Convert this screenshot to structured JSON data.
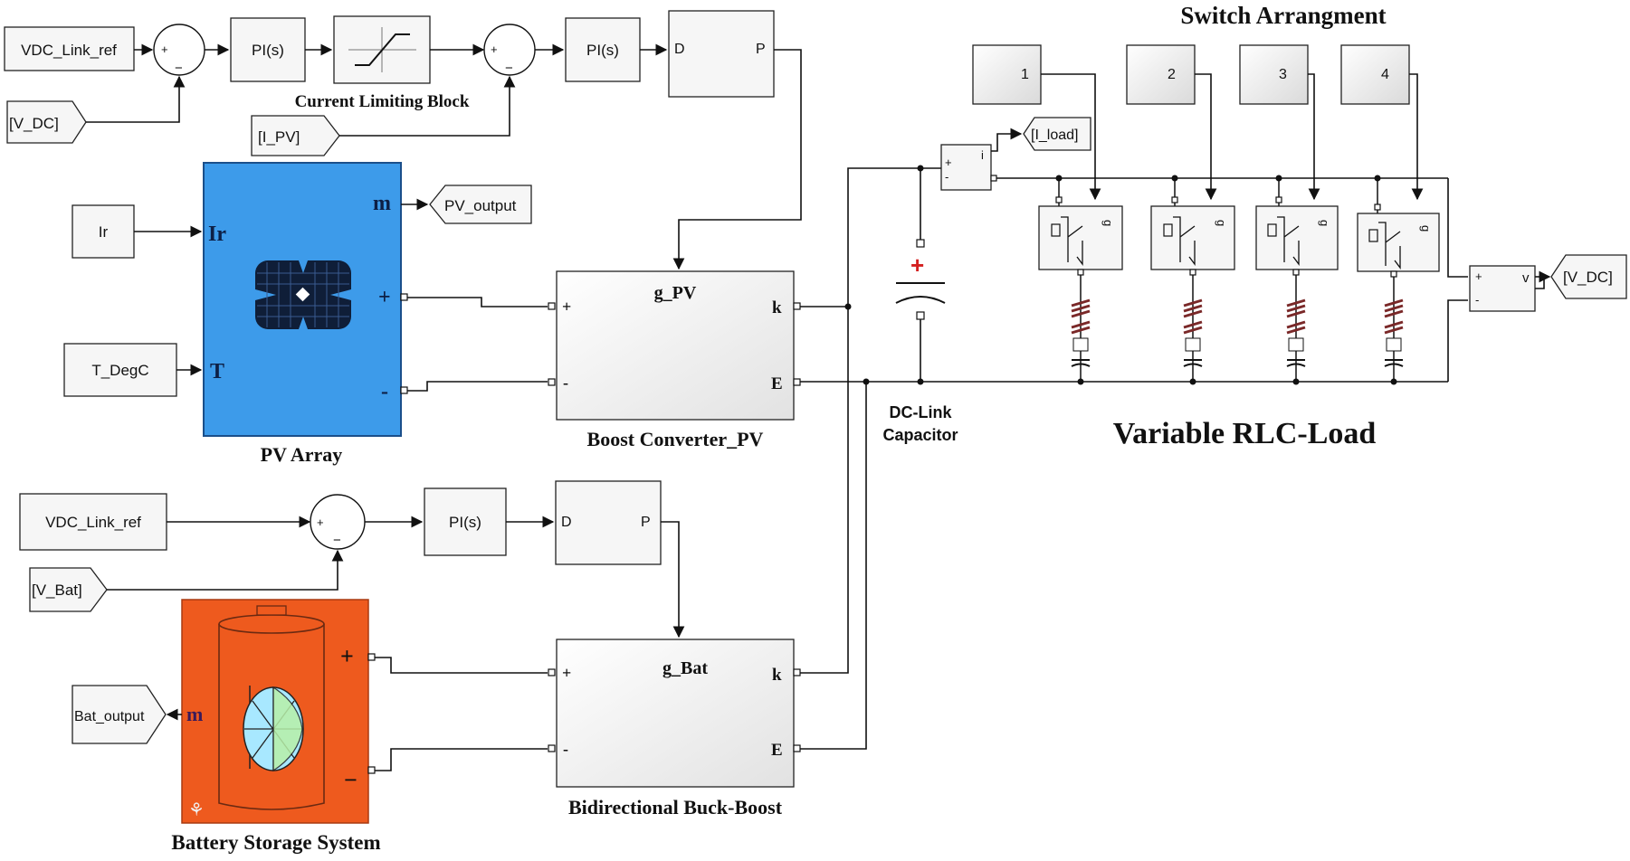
{
  "diagram": {
    "header": {
      "switch_arrangement": "Switch Arrangment"
    },
    "pv_control": {
      "vdc_ref": "VDC_Link_ref",
      "vdc_feedback": "[V_DC]",
      "pi1": "PI(s)",
      "current_limit_title": "Current Limiting Block",
      "ipv_tag": "[I_PV]",
      "pi2": "PI(s)",
      "pwm_d": "D",
      "pwm_p": "P",
      "sum_plus": "+",
      "sum_minus": "−"
    },
    "pv_array": {
      "title": "PV Array",
      "port_ir": "Ir",
      "port_t": "T",
      "port_m": "m",
      "port_plus": "+",
      "port_minus": "-",
      "ir_source": "Ir",
      "temp_source": "T_DegC",
      "output_tag": "PV_output"
    },
    "boost_pv": {
      "title": "Boost Converter_PV",
      "gate": "g_PV",
      "port_plus": "+",
      "port_minus": "-",
      "port_k": "k",
      "port_e": "E"
    },
    "dc_link": {
      "label_line1": "DC-Link",
      "label_line2": "Capacitor"
    },
    "load": {
      "title": "Variable RLC-Load",
      "switch_constants": [
        "1",
        "2",
        "3",
        "4"
      ],
      "current_tag": "[I_load]",
      "voltage_tag": "[V_DC]",
      "breaker_gate": "g",
      "meter_i": "i",
      "meter_v": "v"
    },
    "bat_control": {
      "vdc_ref": "VDC_Link_ref",
      "vbat_tag": "[V_Bat]",
      "pi": "PI(s)",
      "pwm_d": "D",
      "pwm_p": "P"
    },
    "battery": {
      "title": "Battery Storage System",
      "port_plus": "+",
      "port_minus": "−",
      "port_m": "m",
      "output_tag": "Bat_output"
    },
    "buck_boost": {
      "title": "Bidirectional Buck-Boost",
      "gate": "g_Bat",
      "port_plus": "+",
      "port_minus": "-",
      "port_k": "k",
      "port_e": "E"
    }
  },
  "colors": {
    "pv_array": "#3d9bea",
    "battery": "#ee5a1e",
    "wire": "#111111",
    "capacitor_plus": "#d42020"
  }
}
